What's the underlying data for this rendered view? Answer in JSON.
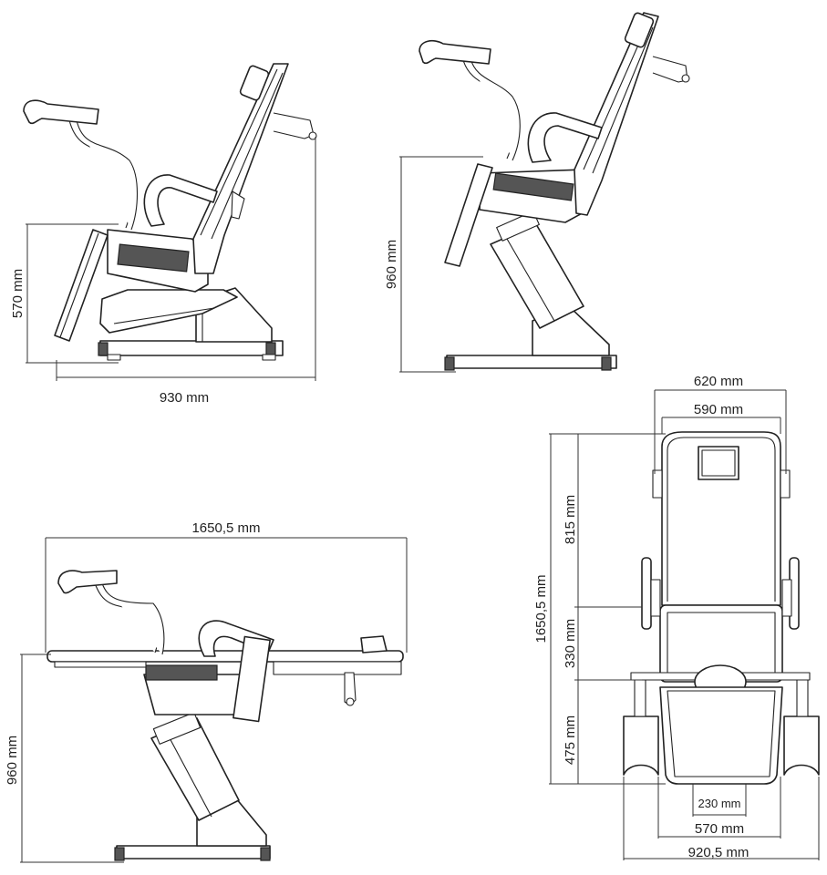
{
  "views": {
    "side_reclined": {
      "dim_height": "570 mm",
      "dim_length": "930 mm"
    },
    "side_upright": {
      "dim_height": "960 mm"
    },
    "side_flat": {
      "dim_length": "1650,5 mm",
      "dim_height": "960 mm"
    },
    "top_view": {
      "dim_outer_width": "620 mm",
      "dim_inner_width": "590 mm",
      "dim_total_length": "1650,5 mm",
      "dim_back": "815 mm",
      "dim_seat": "330 mm",
      "dim_leg": "475 mm",
      "dim_cutout": "230 mm",
      "dim_leg_width": "570 mm",
      "dim_base_width": "920,5 mm"
    }
  }
}
